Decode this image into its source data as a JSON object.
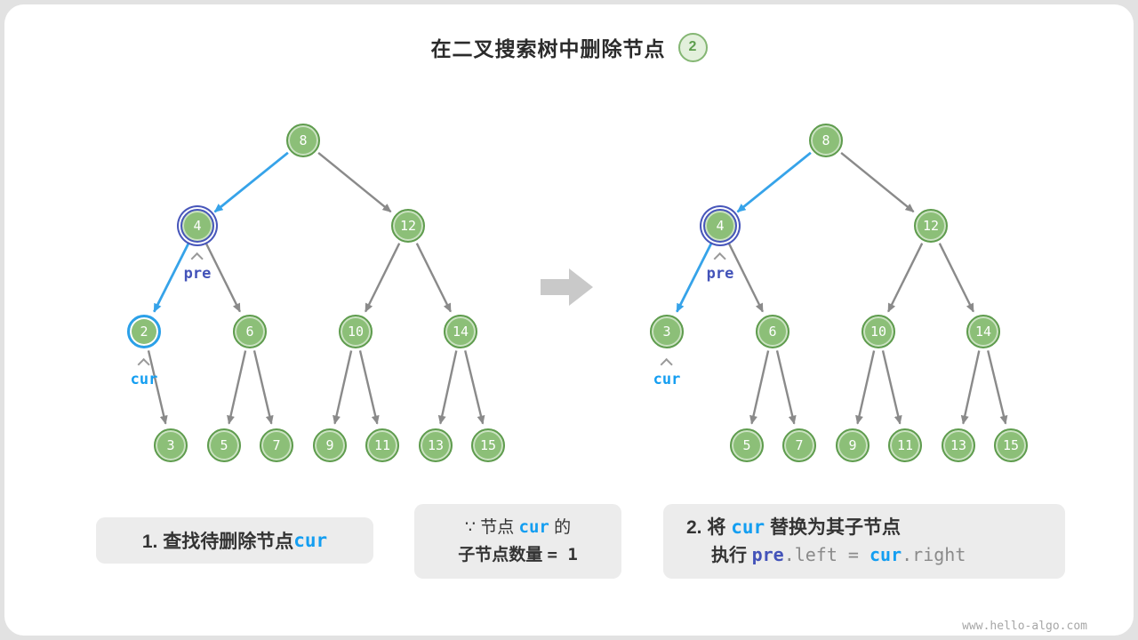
{
  "title": {
    "text": "在二叉搜索树中删除节点",
    "badge": "2"
  },
  "colors": {
    "node_green": "#8cbf78",
    "node_border_green": "#5f9c4e",
    "cur_blue": "#149ef1",
    "edge_blue": "#36a3e9",
    "pre_indigo": "#4353b9",
    "edge_gray": "#8a8a8a",
    "arrow_gray": "#c9c9c9",
    "box_bg": "#ececec"
  },
  "tree_before": {
    "nodes": [
      "8",
      "4",
      "12",
      "2",
      "6",
      "10",
      "14",
      "3",
      "5",
      "7",
      "9",
      "11",
      "13",
      "15"
    ],
    "pre_label": "pre",
    "cur_label": "cur"
  },
  "tree_after": {
    "nodes": [
      "8",
      "4",
      "12",
      "3",
      "6",
      "10",
      "14",
      "5",
      "7",
      "9",
      "11",
      "13",
      "15"
    ],
    "pre_label": "pre",
    "cur_label": "cur"
  },
  "captions": {
    "step1": {
      "text": "1. 查找待删除节点 ",
      "code_cur": "cur"
    },
    "because": {
      "l1_a": "∵ 节点 ",
      "l1_code": "cur",
      "l1_b": " 的",
      "l2_a": "子节点数量 ",
      "l2_b": "= 1"
    },
    "step2": {
      "l1_a": "2. 将 ",
      "l1_code": "cur",
      "l1_b": " 替换为其子节点",
      "l2_a": "执行 ",
      "l2_pre": "pre",
      "l2_mid": ".left = ",
      "l2_cur": "cur",
      "l2_tail": ".right"
    }
  },
  "watermark": "www.hello-algo.com"
}
